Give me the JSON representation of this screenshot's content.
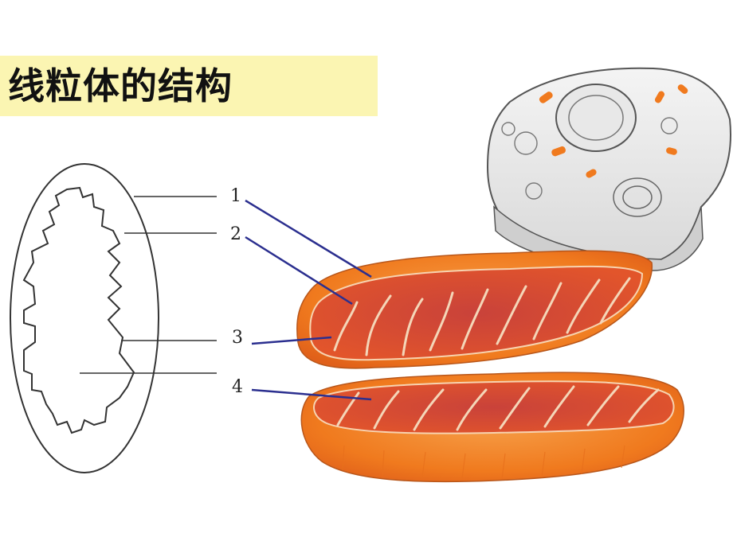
{
  "title": "线粒体的结构",
  "labels": [
    "1",
    "2",
    "3",
    "4"
  ],
  "colors": {
    "title_band": "#fbf5b2",
    "leader_line": "#2b2f8f",
    "mitochondrion_outer": "#f07a1e",
    "mitochondrion_inner": "#d8402a"
  }
}
